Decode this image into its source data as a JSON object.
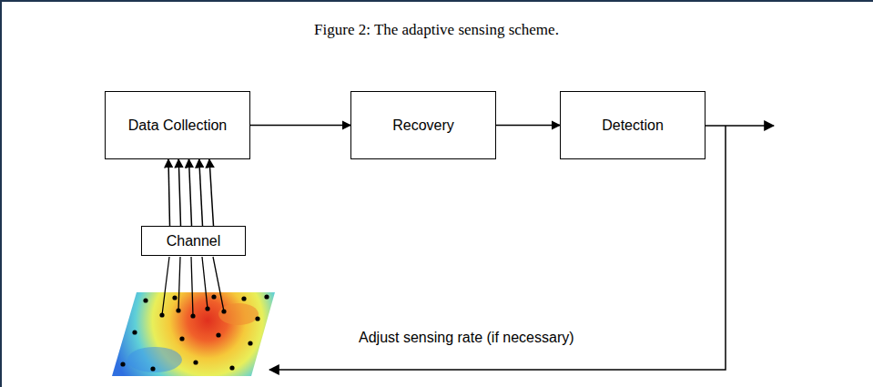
{
  "diagram": {
    "title": "Figure 2: The adaptive sensing scheme.",
    "nodes": [
      {
        "text": [
          "Data Collection"
        ]
      },
      {
        "text": [
          "Recovery"
        ]
      },
      {
        "text": [
          "Detection"
        ]
      },
      {
        "text": [
          "Channel"
        ]
      }
    ],
    "edges": [
      {
        "from": 0,
        "to": 1,
        "arrow": "to"
      },
      {
        "from": 1,
        "to": 2,
        "arrow": "to"
      },
      {
        "from": 3,
        "to": 0,
        "arrow": "to"
      }
    ],
    "labels": [
      "Adjust sensing rate (if necessary)"
    ]
  }
}
